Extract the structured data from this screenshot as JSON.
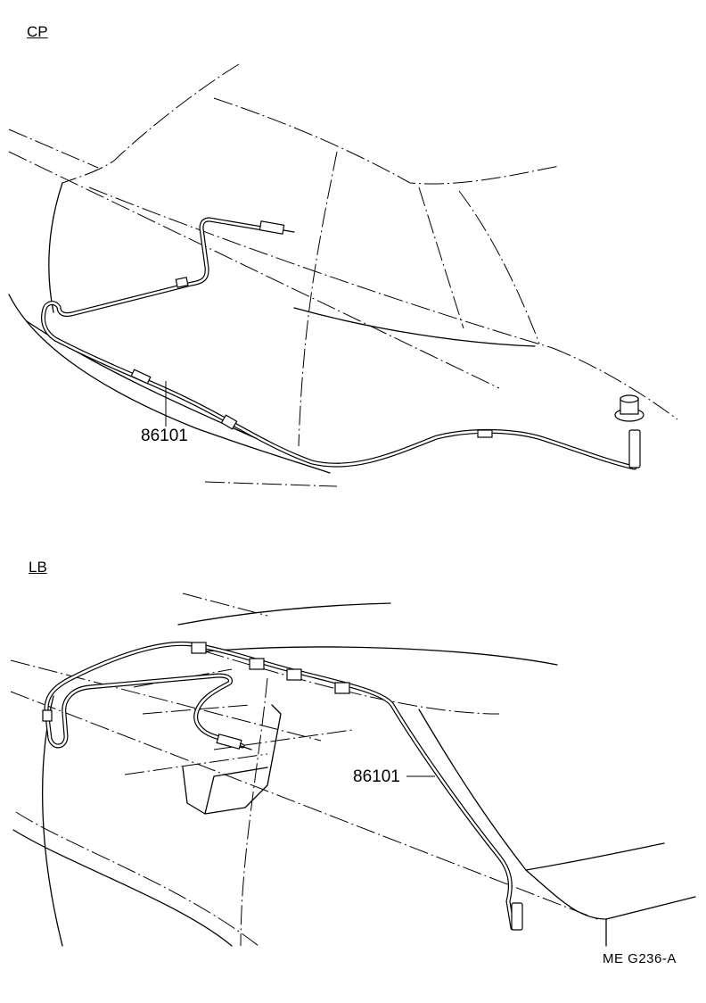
{
  "sections": [
    {
      "id": "cp",
      "label": "CP",
      "part_number": "86101"
    },
    {
      "id": "lb",
      "label": "LB",
      "part_number": "86101"
    }
  ],
  "drawing_code": "ME  G236-A"
}
